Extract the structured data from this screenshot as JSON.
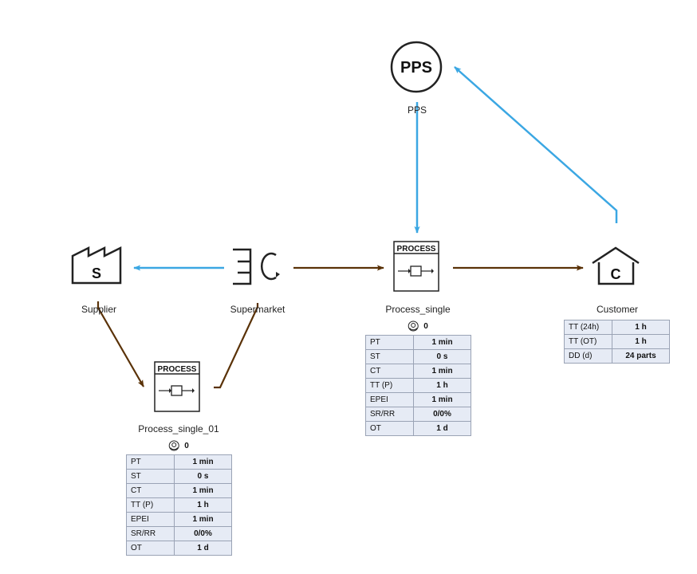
{
  "pps": {
    "icon_text": "PPS",
    "label": "PPS"
  },
  "supplier": {
    "icon_text": "S",
    "label": "Supplier"
  },
  "supermarket": {
    "label": "Supermarket"
  },
  "customer": {
    "icon_text": "C",
    "label": "Customer",
    "rows": [
      {
        "k": "TT (24h)",
        "v": "1 h"
      },
      {
        "k": "TT (OT)",
        "v": "1 h"
      },
      {
        "k": "DD (d)",
        "v": "24 parts"
      }
    ]
  },
  "process_single": {
    "header": "PROCESS",
    "label": "Process_single",
    "counter": "0",
    "rows": [
      {
        "k": "PT",
        "v": "1 min"
      },
      {
        "k": "ST",
        "v": "0 s"
      },
      {
        "k": "CT",
        "v": "1 min"
      },
      {
        "k": "TT (P)",
        "v": "1 h"
      },
      {
        "k": "EPEI",
        "v": "1 min"
      },
      {
        "k": "SR/RR",
        "v": "0/0%"
      },
      {
        "k": "OT",
        "v": "1 d"
      }
    ]
  },
  "process_single_01": {
    "header": "PROCESS",
    "label": "Process_single_01",
    "counter": "0",
    "rows": [
      {
        "k": "PT",
        "v": "1 min"
      },
      {
        "k": "ST",
        "v": "0 s"
      },
      {
        "k": "CT",
        "v": "1 min"
      },
      {
        "k": "TT (P)",
        "v": "1 h"
      },
      {
        "k": "EPEI",
        "v": "1 min"
      },
      {
        "k": "SR/RR",
        "v": "0/0%"
      },
      {
        "k": "OT",
        "v": "1 d"
      }
    ]
  },
  "colors": {
    "info_flow": "#3ba7e3",
    "material_flow": "#5a3208",
    "table_fill": "#e6ebf5",
    "table_border": "#9aa3b5"
  }
}
